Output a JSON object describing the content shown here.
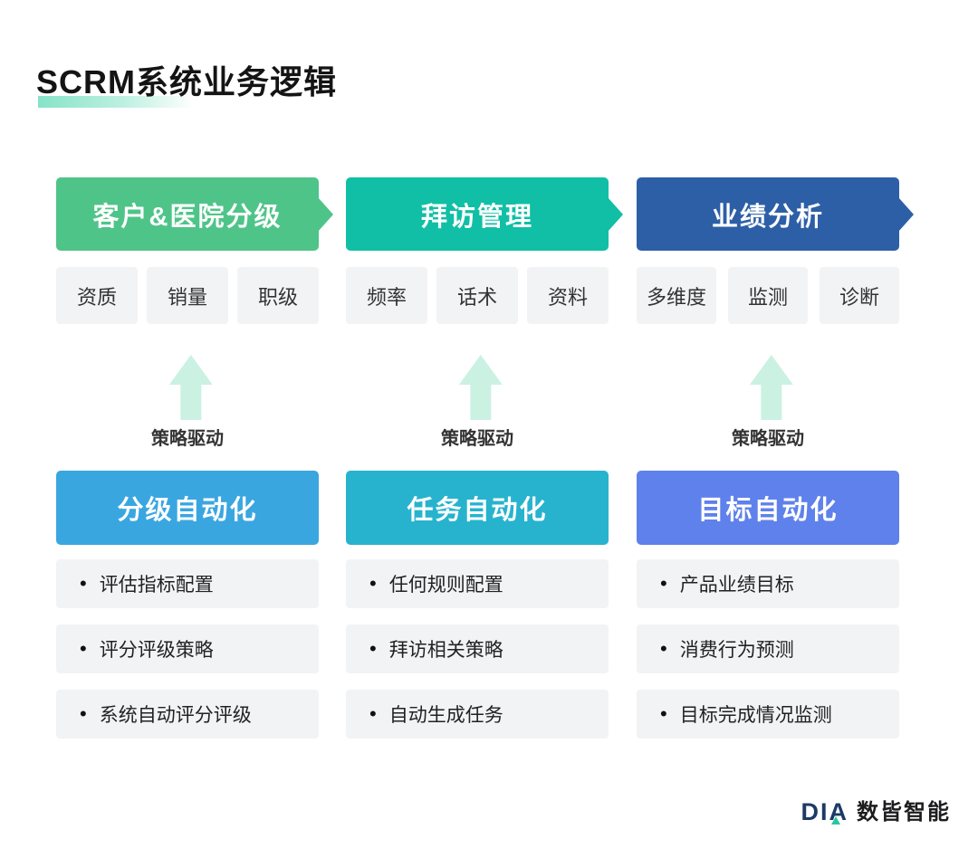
{
  "title": "SCRM系统业务逻辑",
  "columns": [
    {
      "stage": "客户&医院分级",
      "stage_color": "#4fc489",
      "tags": [
        "资质",
        "销量",
        "职级"
      ],
      "arrow_label": "策略驱动",
      "automation": "分级自动化",
      "automation_color": "#3aa6e0",
      "items": [
        "评估指标配置",
        "评分评级策略",
        "系统自动评分评级"
      ]
    },
    {
      "stage": "拜访管理",
      "stage_color": "#10bfa5",
      "tags": [
        "频率",
        "话术",
        "资料"
      ],
      "arrow_label": "策略驱动",
      "automation": "任务自动化",
      "automation_color": "#27b3ce",
      "items": [
        "任何规则配置",
        "拜访相关策略",
        "自动生成任务"
      ]
    },
    {
      "stage": "业绩分析",
      "stage_color": "#2d5fa7",
      "tags": [
        "多维度",
        "监测",
        "诊断"
      ],
      "arrow_label": "策略驱动",
      "automation": "目标自动化",
      "automation_color": "#5f81eb",
      "items": [
        "产品业绩目标",
        "消费行为预测",
        "目标完成情况监测"
      ]
    }
  ],
  "colors": {
    "arrow_mint": "#cbf1e3",
    "title_highlight": "#86e3c8",
    "tag_background": "#f2f3f5",
    "logo_navy": "#1c3a66",
    "logo_accent_teal": "#2bc5a2"
  },
  "footer": {
    "logo_text": "DIA",
    "logo_name": "数皆智能"
  }
}
